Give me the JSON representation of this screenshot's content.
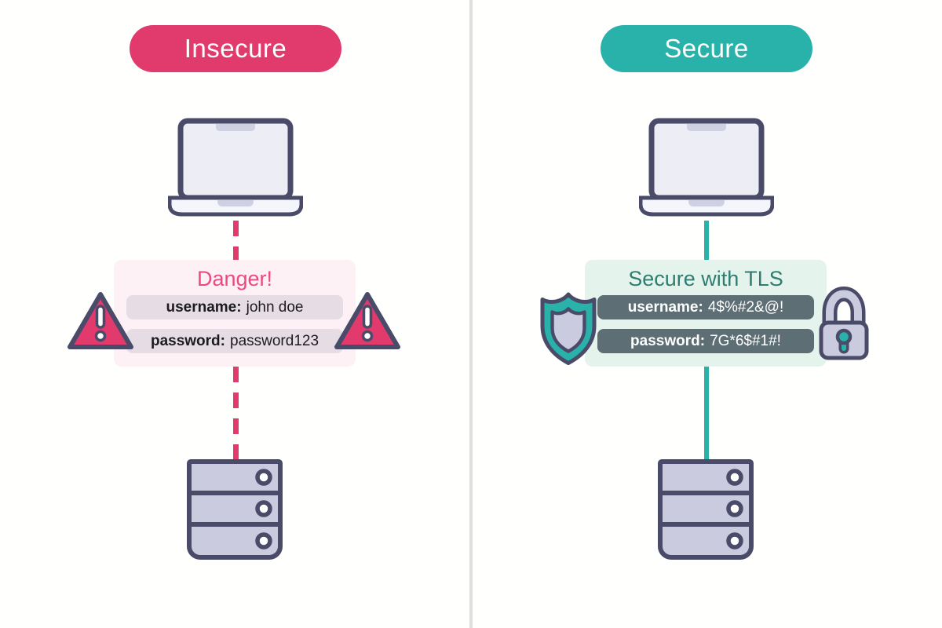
{
  "left": {
    "badge": "Insecure",
    "panel_title": "Danger!",
    "rows": [
      {
        "label": "username:",
        "value": "john doe"
      },
      {
        "label": "password:",
        "value": "password123"
      }
    ]
  },
  "right": {
    "badge": "Secure",
    "panel_title": "Secure with TLS",
    "rows": [
      {
        "label": "username:",
        "value": "4$%#2&@!"
      },
      {
        "label": "password:",
        "value": "7G*6$#1#!"
      }
    ]
  },
  "colors": {
    "insecure_accent": "#e13a6c",
    "secure_accent": "#29b2aa",
    "danger_title": "#ea4a80",
    "tls_title": "#2e7d70",
    "danger_panel_bg": "#fdf1f5",
    "tls_panel_bg": "#e4f4ec",
    "insecure_row_bg": "#e5dde3",
    "secure_row_bg": "#5d6e74",
    "outline": "#494b69",
    "device_fill": "#cbcbdf",
    "divider": "#dedede"
  },
  "icons": {
    "left": [
      "laptop-icon",
      "warning-icon",
      "server-icon"
    ],
    "right": [
      "laptop-icon",
      "shield-icon",
      "padlock-icon",
      "server-icon"
    ]
  }
}
